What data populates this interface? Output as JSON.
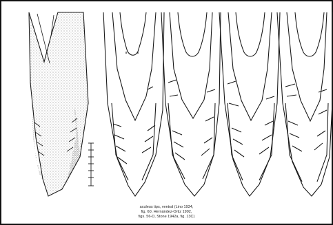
{
  "figure": {
    "caption_lines": [
      "aculeus tips, ventral (Lino 1934,",
      "fig. 60, Hernández-Ortiz 1992,",
      "figs. 56-D, Stone 1942a, fig. 13C)"
    ],
    "scale_labels": [
      "",
      "",
      ""
    ],
    "panels": [
      {
        "name": "aculeus-tip-stippled",
        "style": "stippled"
      },
      {
        "name": "aculeus-tip-outline-1",
        "style": "outline"
      },
      {
        "name": "aculeus-tip-outline-2",
        "style": "outline"
      },
      {
        "name": "aculeus-tip-outline-3",
        "style": "outline"
      },
      {
        "name": "aculeus-tip-outline-4",
        "style": "outline"
      }
    ],
    "colors": {
      "ink": "#1a1a1a",
      "background": "#ffffff",
      "border": "#111111"
    }
  }
}
